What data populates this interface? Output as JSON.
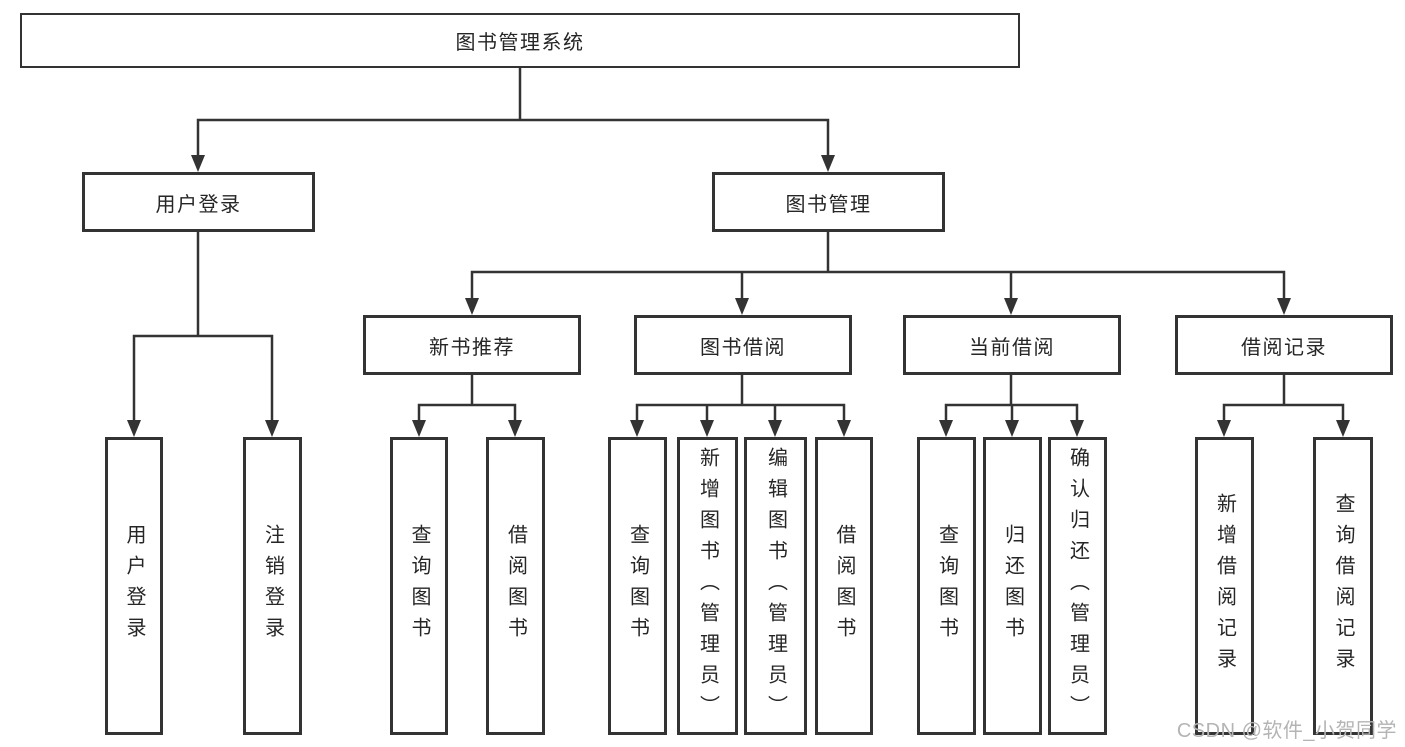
{
  "diagram": {
    "root": {
      "label": "图书管理系统"
    },
    "branches": [
      {
        "label": "用户登录",
        "children": [
          "用户登录",
          "注销登录"
        ]
      },
      {
        "label": "图书管理",
        "sections": [
          {
            "label": "新书推荐",
            "children": [
              "查询图书",
              "借阅图书"
            ]
          },
          {
            "label": "图书借阅",
            "children": [
              "查询图书",
              "新增图书（管理员）",
              "编辑图书（管理员）",
              "借阅图书"
            ]
          },
          {
            "label": "当前借阅",
            "children": [
              "查询图书",
              "归还图书",
              "确认归还（管理员）"
            ]
          },
          {
            "label": "借阅记录",
            "children": [
              "新增借阅记录",
              "查询借阅记录"
            ]
          }
        ]
      }
    ]
  },
  "watermark": {
    "text": "CSDN @软件_小贺同学"
  },
  "colors": {
    "line": "#333333",
    "box_border": "#333333",
    "text": "#262626",
    "watermark": "#b4b4b4",
    "background": "#ffffff"
  }
}
